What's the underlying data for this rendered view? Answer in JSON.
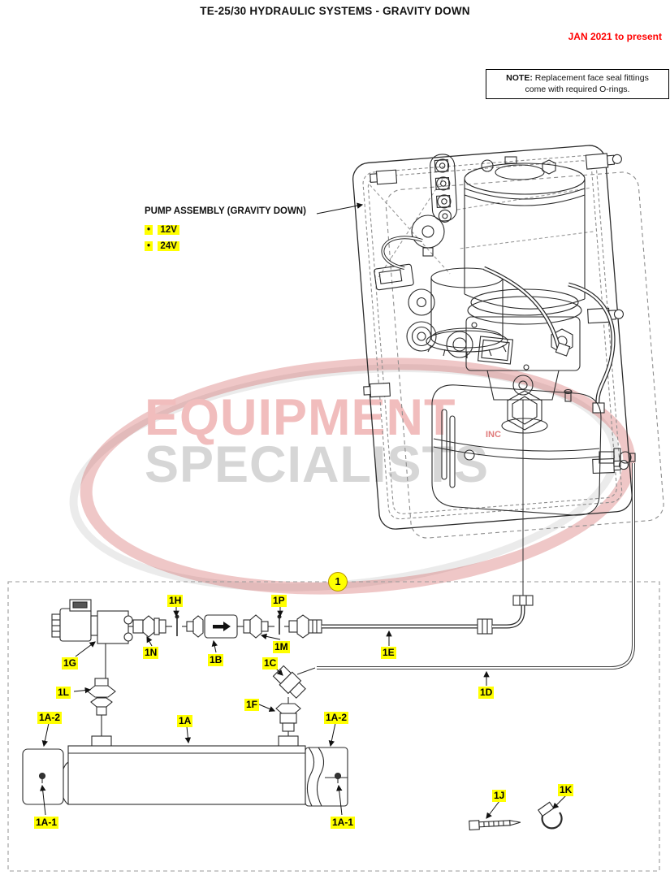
{
  "header": {
    "title": "TE-25/30 HYDRAULIC SYSTEMS - GRAVITY DOWN",
    "revision": "JAN 2021 to present"
  },
  "note": {
    "label": "NOTE:",
    "line1": "Replacement face seal fittings",
    "line2": "come with required O-rings."
  },
  "pump_assembly": {
    "label": "PUMP ASSEMBLY (GRAVITY DOWN)",
    "bullet": "•",
    "options": [
      "12V",
      "24V"
    ]
  },
  "watermark": {
    "line1": "EQUIPMENT",
    "inc": "INC",
    "line2": "SPECIALISTS"
  },
  "diagram": {
    "group_callout": "1",
    "callouts": [
      {
        "id": "1H"
      },
      {
        "id": "1P"
      },
      {
        "id": "1N"
      },
      {
        "id": "1B"
      },
      {
        "id": "1M"
      },
      {
        "id": "1G"
      },
      {
        "id": "1C"
      },
      {
        "id": "1E"
      },
      {
        "id": "1L"
      },
      {
        "id": "1D"
      },
      {
        "id": "1F"
      },
      {
        "id": "1A-2"
      },
      {
        "id": "1A"
      },
      {
        "id": "1A-2"
      },
      {
        "id": "1A-1"
      },
      {
        "id": "1A-1"
      },
      {
        "id": "1J"
      },
      {
        "id": "1K"
      }
    ]
  },
  "colors": {
    "highlight": "#ffff00",
    "revision_red": "#ff0000",
    "line": "#2b2b2b",
    "watermark_red": "#f1bdbd",
    "watermark_gray": "#d6d6d6"
  }
}
